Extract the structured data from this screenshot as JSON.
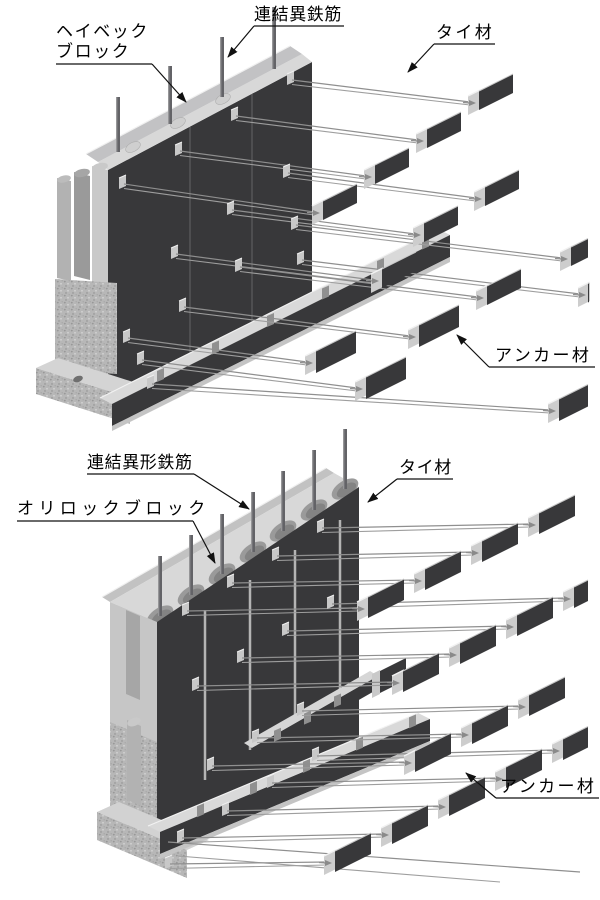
{
  "page": {
    "background": "#ffffff"
  },
  "diagram1": {
    "labels": {
      "block_line1": "ヘイベック",
      "block_line2": "ブロック",
      "rebar": "連結異鉄筋",
      "tie": "タイ材",
      "anchor": "アンカー材"
    }
  },
  "diagram2": {
    "labels": {
      "rebar": "連結異形鉄筋",
      "block": "オリロックブロック",
      "tie": "タイ材",
      "anchor": "アンカー材"
    }
  },
  "colors": {
    "wall_face": "#38383a",
    "top_surface": "#d8d8d8",
    "cap_band": "#c2c2c4",
    "concrete_texture": "#b7b7b7",
    "tie_wire": "#8f8f8f",
    "anchor_cap": "#cdcdcd",
    "label_text": "#000000"
  }
}
